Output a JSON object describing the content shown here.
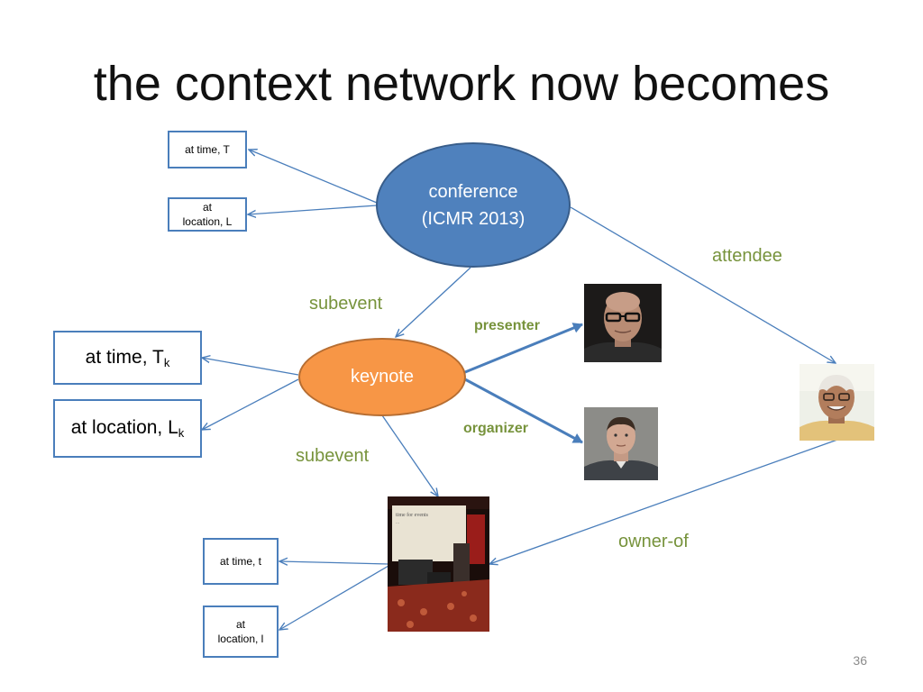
{
  "title": "the context network now becomes",
  "nodes": {
    "conference": {
      "line1": "conference",
      "line2": "(ICMR 2013)"
    },
    "keynote": {
      "label": "keynote"
    }
  },
  "boxes": {
    "time_T": "at time, T",
    "location_L_line1": "at",
    "location_L_line2": "location, L",
    "time_Tk": "at time, T",
    "time_Tk_sub": "k",
    "location_Lk": "at location, L",
    "location_Lk_sub": "k",
    "time_t": "at time, t",
    "location_l_line1": "at",
    "location_l_line2": "location, l"
  },
  "edge_labels": {
    "attendee": "attendee",
    "subevent_top": "subevent",
    "presenter": "presenter",
    "organizer": "organizer",
    "subevent_bottom": "subevent",
    "owner_of": "owner-of"
  },
  "photo_captions": {
    "stage_screen_line1": "time for events",
    "stage_screen_line2": "..."
  },
  "page_number": "36",
  "colors": {
    "link": "#4a7ebb",
    "label": "#77933c",
    "conference_fill": "#4f81bd",
    "keynote_fill": "#f79646"
  }
}
